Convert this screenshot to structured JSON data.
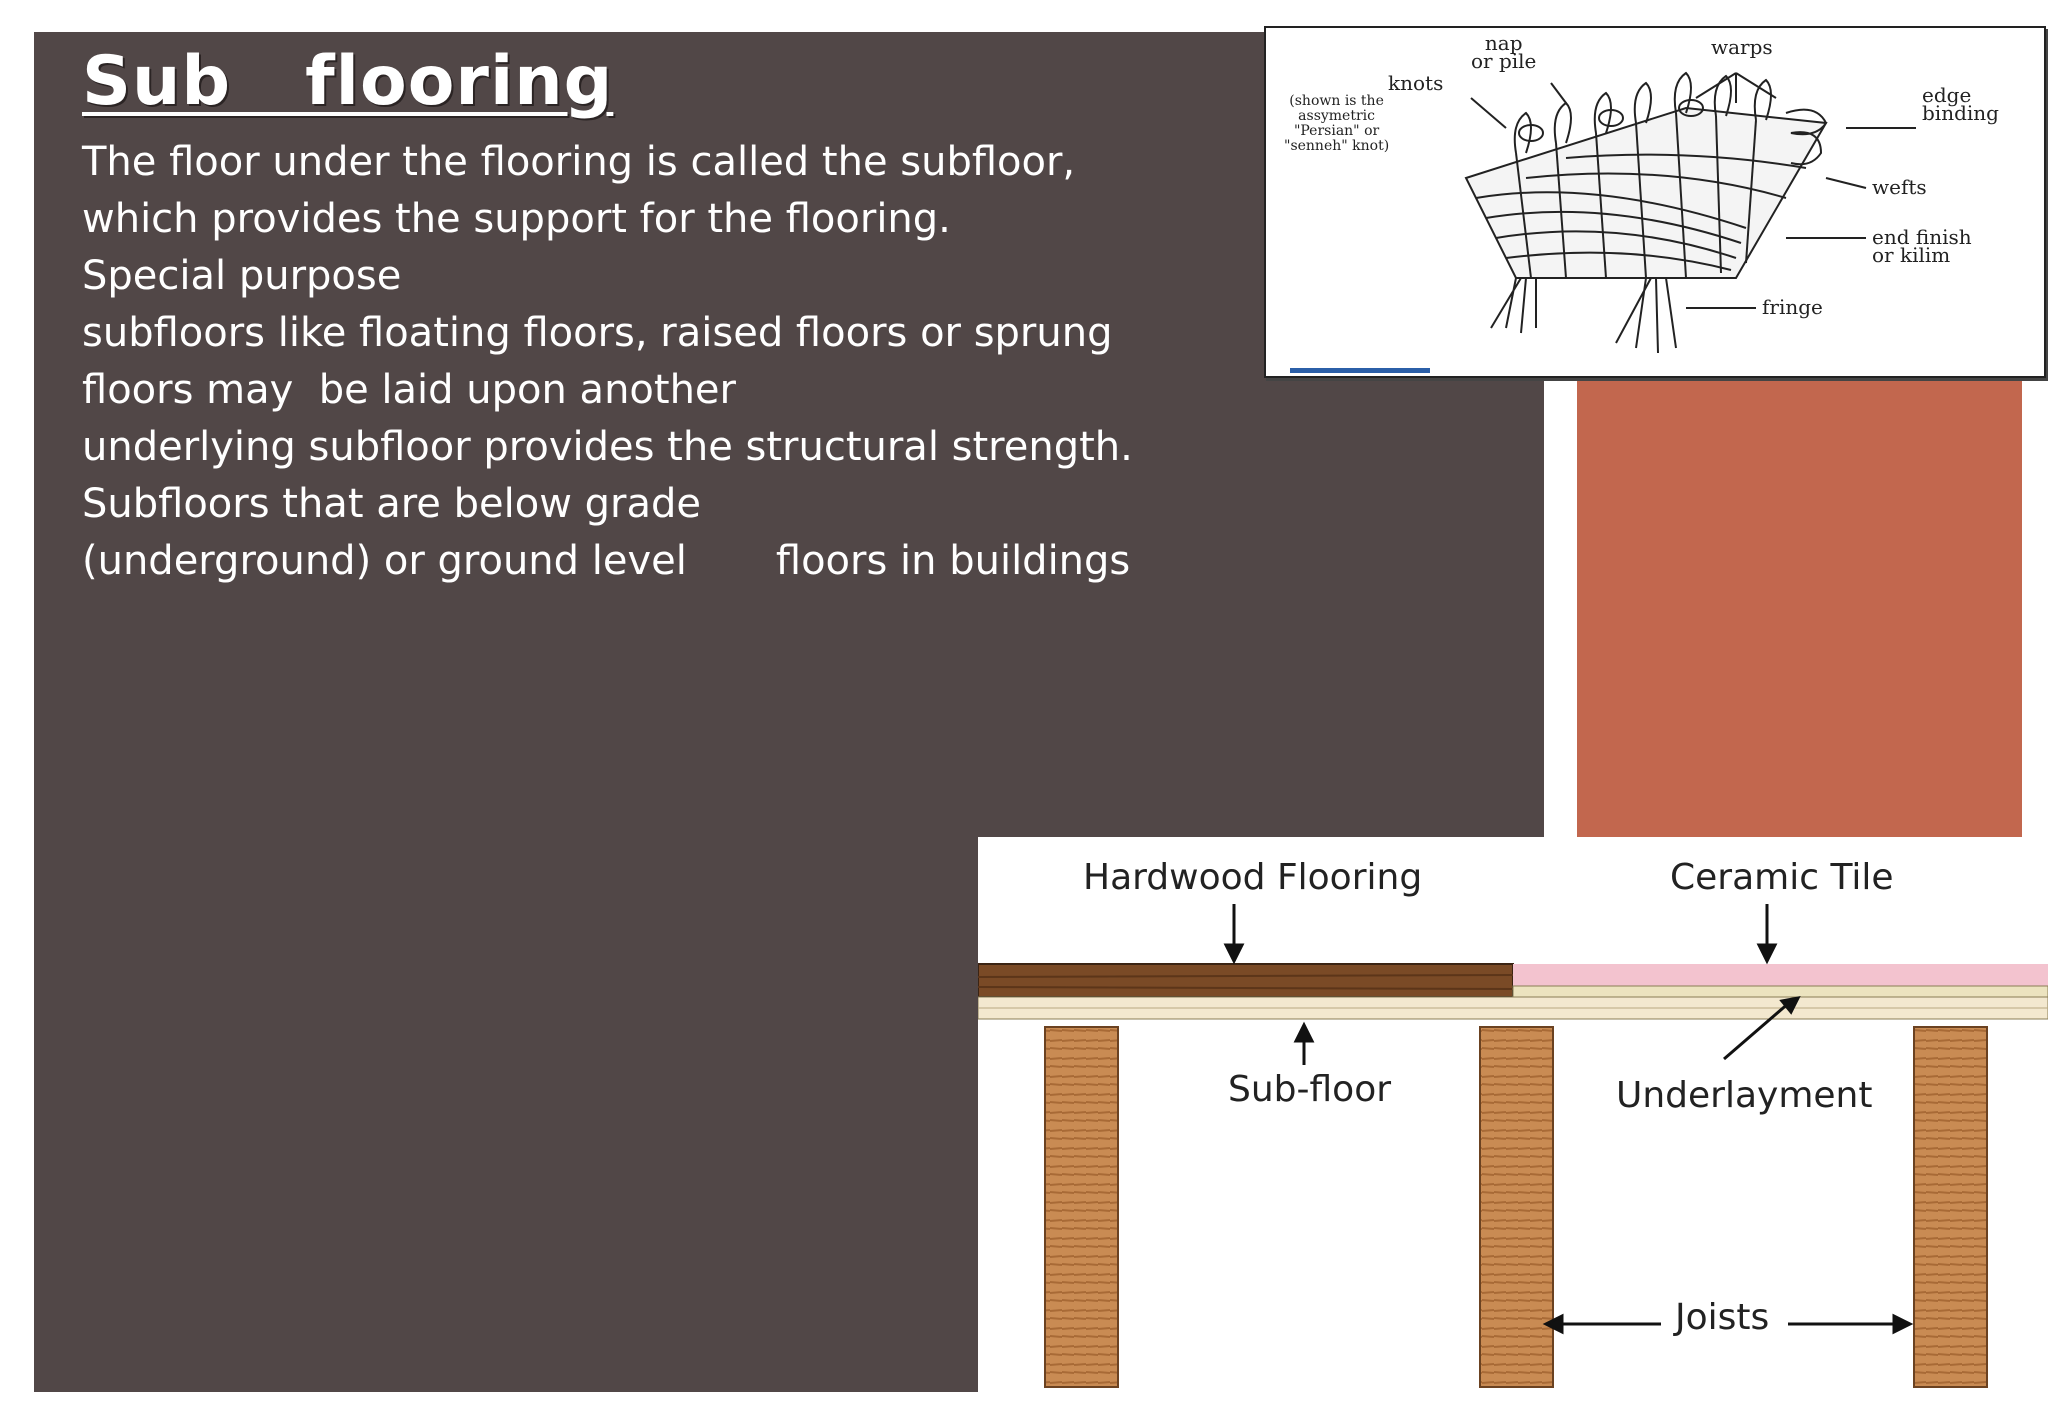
{
  "slide": {
    "title": "Sub   flooring",
    "body_lines": [
      "The floor under the flooring is called the subfloor,",
      "which provides the support for the flooring.",
      "Special purpose",
      "subfloors like floating floors, raised floors or sprung",
      "floors may  be laid upon another",
      "underlying subfloor provides the structural strength.",
      "Subfloors that are below grade",
      "(underground) or ground level       floors in buildings"
    ]
  },
  "rug_diagram": {
    "labels": {
      "nap": "nap\nor pile",
      "warps": "warps",
      "knots": "knots",
      "knots_note": "(shown is the\nassymetric\n\"Persian\" or\n\"senneh\" knot)",
      "edge_binding": "edge\nbinding",
      "wefts": "wefts",
      "end_finish": "end finish\nor kilim",
      "fringe": "fringe"
    }
  },
  "floor_diagram": {
    "labels": {
      "hardwood": "Hardwood Flooring",
      "ceramic": "Ceramic Tile",
      "subfloor": "Sub-floor",
      "underlayment": "Underlayment",
      "joists": "Joists"
    }
  },
  "colors": {
    "panel": "#514747",
    "accent": "#c2674e",
    "text": "#ffffff"
  }
}
